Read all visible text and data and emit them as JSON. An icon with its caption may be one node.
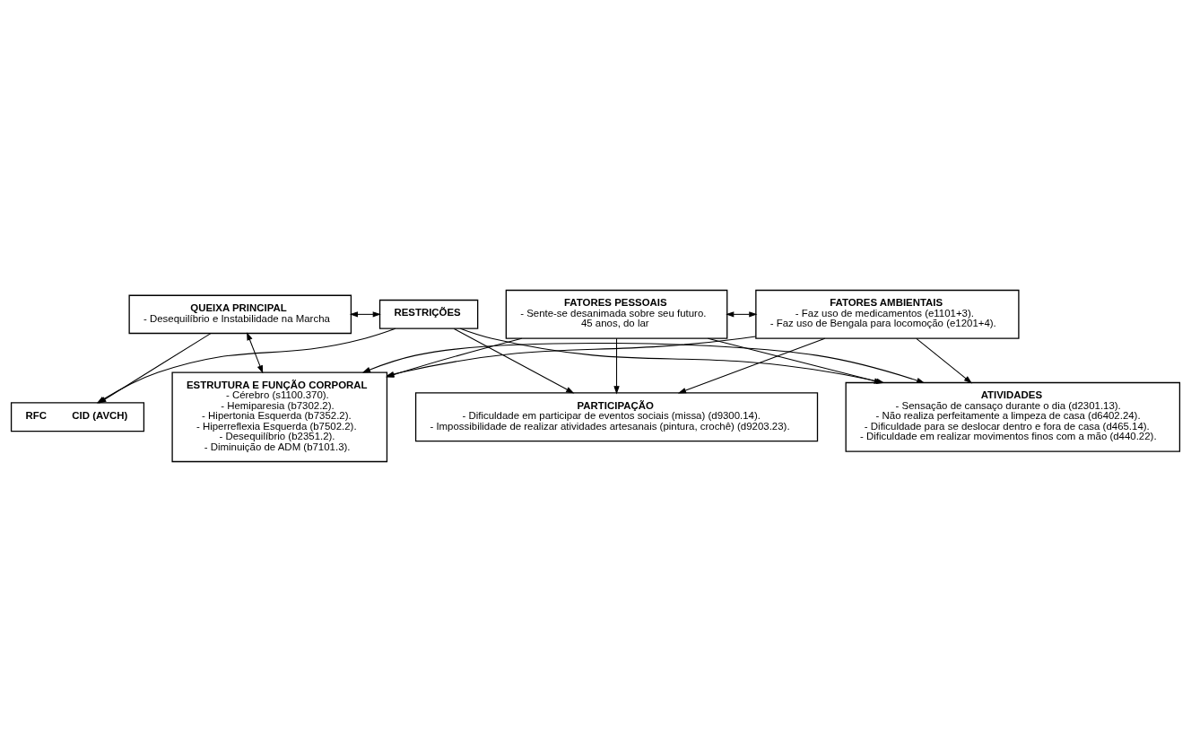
{
  "diagram": {
    "nodes": [
      {
        "text": [
          "RFC",
          "CID (AVCH)"
        ]
      },
      {
        "text": [
          "QUEIXA PRINCIPAL",
          "- Desequilíbrio e Instabilidade na Marcha"
        ]
      },
      {
        "text": [
          "RESTRIÇÕES"
        ]
      },
      {
        "text": [
          "ESTRUTURA E FUNÇÃO CORPORAL",
          "- Cérebro (s1100.370).",
          "- Hemiparesia (b7302.2).",
          "- Hipertonia Esquerda (b7352.2).",
          "- Hiperreflexia Esquerda (b7502.2).",
          "- Desequilíbrio (b2351.2).",
          "- Diminuição de ADM (b7101.3)."
        ]
      },
      {
        "text": [
          "ATIVIDADES",
          "- Sensação de cansaço durante o dia (d2301.13).",
          "- Não realiza perfeitamente a limpeza de casa (d6402.24).",
          "- Dificuldade para se deslocar dentro e fora de casa (d465.14).",
          "- Dificuldade em realizar movimentos finos com a mão (d440.22)."
        ]
      },
      {
        "text": [
          "PARTICIPAÇÃO",
          "- Dificuldade em participar de eventos sociais (missa) (d9300.14).",
          "- Impossibilidade de realizar atividades artesanais (pintura, crochê) (d9203.23)."
        ]
      },
      {
        "text": [
          "FATORES PESSOAIS",
          "- Sente-se desanimada sobre seu futuro.",
          "45 anos, do lar"
        ]
      },
      {
        "text": [
          "FATORES AMBIENTAIS",
          "- Faz uso de medicamentos (e1101+3).",
          "- Faz uso de Bengala para locomoção (e1201+4)."
        ]
      }
    ],
    "edges": [
      {
        "from": 1,
        "to": 2,
        "arrow": "both"
      },
      {
        "from": 1,
        "to": 0,
        "arrow": "to"
      },
      {
        "from": 2,
        "to": 0,
        "arrow": "to"
      },
      {
        "from": 2,
        "to": 4,
        "arrow": "to"
      },
      {
        "from": 2,
        "to": 5,
        "arrow": "to"
      },
      {
        "from": 1,
        "to": 3,
        "arrow": "both"
      },
      {
        "from": 3,
        "to": 4,
        "arrow": "both"
      },
      {
        "from": 6,
        "to": 7,
        "arrow": "both"
      },
      {
        "from": 6,
        "to": 3,
        "arrow": "to"
      },
      {
        "from": 6,
        "to": 4,
        "arrow": "to"
      },
      {
        "from": 6,
        "to": 5,
        "arrow": "to"
      },
      {
        "from": 7,
        "to": 3,
        "arrow": "to"
      },
      {
        "from": 7,
        "to": 4,
        "arrow": "to"
      },
      {
        "from": 7,
        "to": 5,
        "arrow": "to"
      }
    ]
  }
}
